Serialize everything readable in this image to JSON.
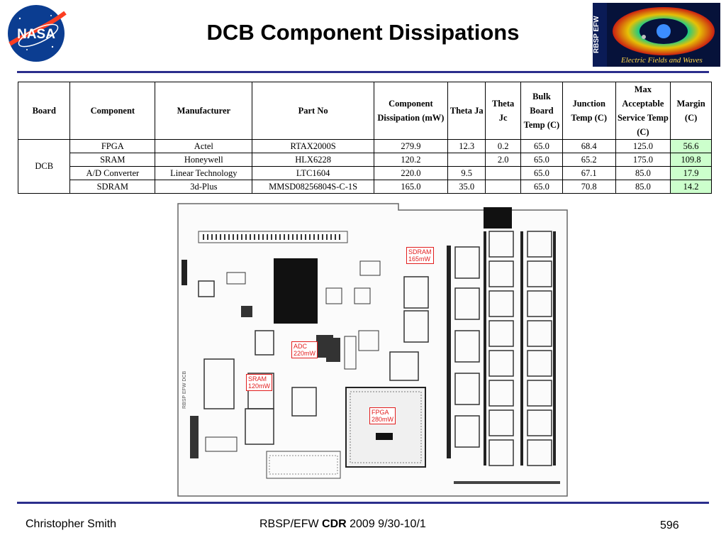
{
  "header": {
    "title": "DCB Component Dissipations",
    "nasa_logo_text": "NASA",
    "rbsp_logo_label": "RBSP EFW",
    "rbsp_logo_caption": "Electric Fields and Waves"
  },
  "table": {
    "headers": [
      "Board",
      "Component",
      "Manufacturer",
      "Part No",
      "Component Dissipation (mW)",
      "Theta Ja",
      "Theta Jc",
      "Bulk Board Temp (C)",
      "Junction Temp (C)",
      "Max Acceptable Service Temp (C)",
      "Margin (C)"
    ],
    "board": "DCB",
    "rows": [
      [
        "FPGA",
        "Actel",
        "RTAX2000S",
        "279.9",
        "12.3",
        "0.2",
        "65.0",
        "68.4",
        "125.0",
        "56.6"
      ],
      [
        "SRAM",
        "Honeywell",
        "HLX6228",
        "120.2",
        "",
        "2.0",
        "65.0",
        "65.2",
        "175.0",
        "109.8"
      ],
      [
        "A/D Converter",
        "Linear Technology",
        "LTC1604",
        "220.0",
        "9.5",
        "",
        "65.0",
        "67.1",
        "85.0",
        "17.9"
      ],
      [
        "SDRAM",
        "3d-Plus",
        "MMSD08256804S-C-1S",
        "165.0",
        "35.0",
        "",
        "65.0",
        "70.8",
        "85.0",
        "14.2"
      ]
    ],
    "colors": {
      "margin_cell": "#ccffcc",
      "border": "#000000"
    }
  },
  "board_photo": {
    "tags": {
      "sdram": [
        "SDRAM",
        "165mW"
      ],
      "adc": [
        "ADC",
        "220mW"
      ],
      "sram": [
        "SRAM",
        "120mW"
      ],
      "fpga": [
        "FPGA",
        "280mW"
      ]
    },
    "tag_color": "#e21d1d",
    "silkscreen": "RBSP EFW DCB"
  },
  "footer": {
    "author": "Christopher Smith",
    "center_prefix": "RBSP/EFW ",
    "center_bold": "CDR",
    "center_suffix": " 2009 9/30-10/1",
    "page": "596"
  },
  "colors": {
    "rule": "#2b2e8c",
    "accent_red": "#e21d1d"
  }
}
